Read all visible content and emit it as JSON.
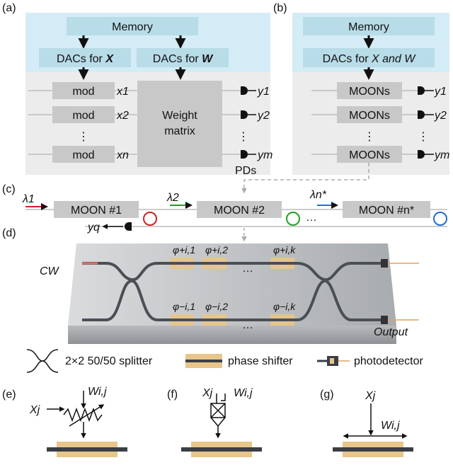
{
  "panels": {
    "a": "(a)",
    "b": "(b)",
    "c": "(c)",
    "d": "(d)",
    "e": "(e)",
    "f": "(f)",
    "g": "(g)"
  },
  "panel_a": {
    "memory": "Memory",
    "dacs_x_prefix": "DACs for ",
    "dacs_x_var": "X",
    "dacs_w_prefix": "DACs for ",
    "dacs_w_var": "W",
    "mod_labels": [
      "mod",
      "mod",
      "mod"
    ],
    "x_labels": [
      "x1",
      "x2",
      "xn"
    ],
    "weight_matrix": [
      "Weight",
      "matrix"
    ],
    "y_labels": [
      "y1",
      "y2",
      "ym"
    ],
    "pds": "PDs",
    "ellipsis": "⋮"
  },
  "panel_b": {
    "memory": "Memory",
    "dacs_prefix": "DACs for ",
    "dacs_vars": "X and W",
    "moons": [
      "MOONs",
      "MOONs",
      "MOONs"
    ],
    "y_labels": [
      "y1",
      "y2",
      "ym"
    ],
    "ellipsis": "⋮"
  },
  "panel_c": {
    "lambdas": [
      "λ1",
      "λ2",
      "λn*"
    ],
    "moons": [
      "MOON #1",
      "MOON #2",
      "MOON #n*"
    ],
    "yq": "yq",
    "dots": "…",
    "ring_colors": [
      "#cc2222",
      "#22a02a",
      "#1f6fc9"
    ]
  },
  "panel_d": {
    "cw": "CW",
    "output": "Output",
    "phi_top": [
      "φ+i,1",
      "φ+i,2",
      "φ+i,k"
    ],
    "phi_bottom": [
      "φ−i,1",
      "φ−i,2",
      "φ−i,k"
    ],
    "dots": "…"
  },
  "legend": {
    "splitter": "2×2 50/50 splitter",
    "phase_shifter": "phase shifter",
    "photodetector": "photodetector"
  },
  "panel_e": {
    "x": "Xj",
    "w": "Wi,j"
  },
  "panel_f": {
    "x": "Xj",
    "w": "Wi,j"
  },
  "panel_g": {
    "x": "Xj",
    "w": "Wi,j"
  },
  "colors": {
    "memory_bg": "#d4ecf5",
    "box_bg": "#c8c8c8",
    "lower_bg": "#ececec",
    "shifter": "#e8c58a",
    "waveguide": "#3a3f45"
  }
}
